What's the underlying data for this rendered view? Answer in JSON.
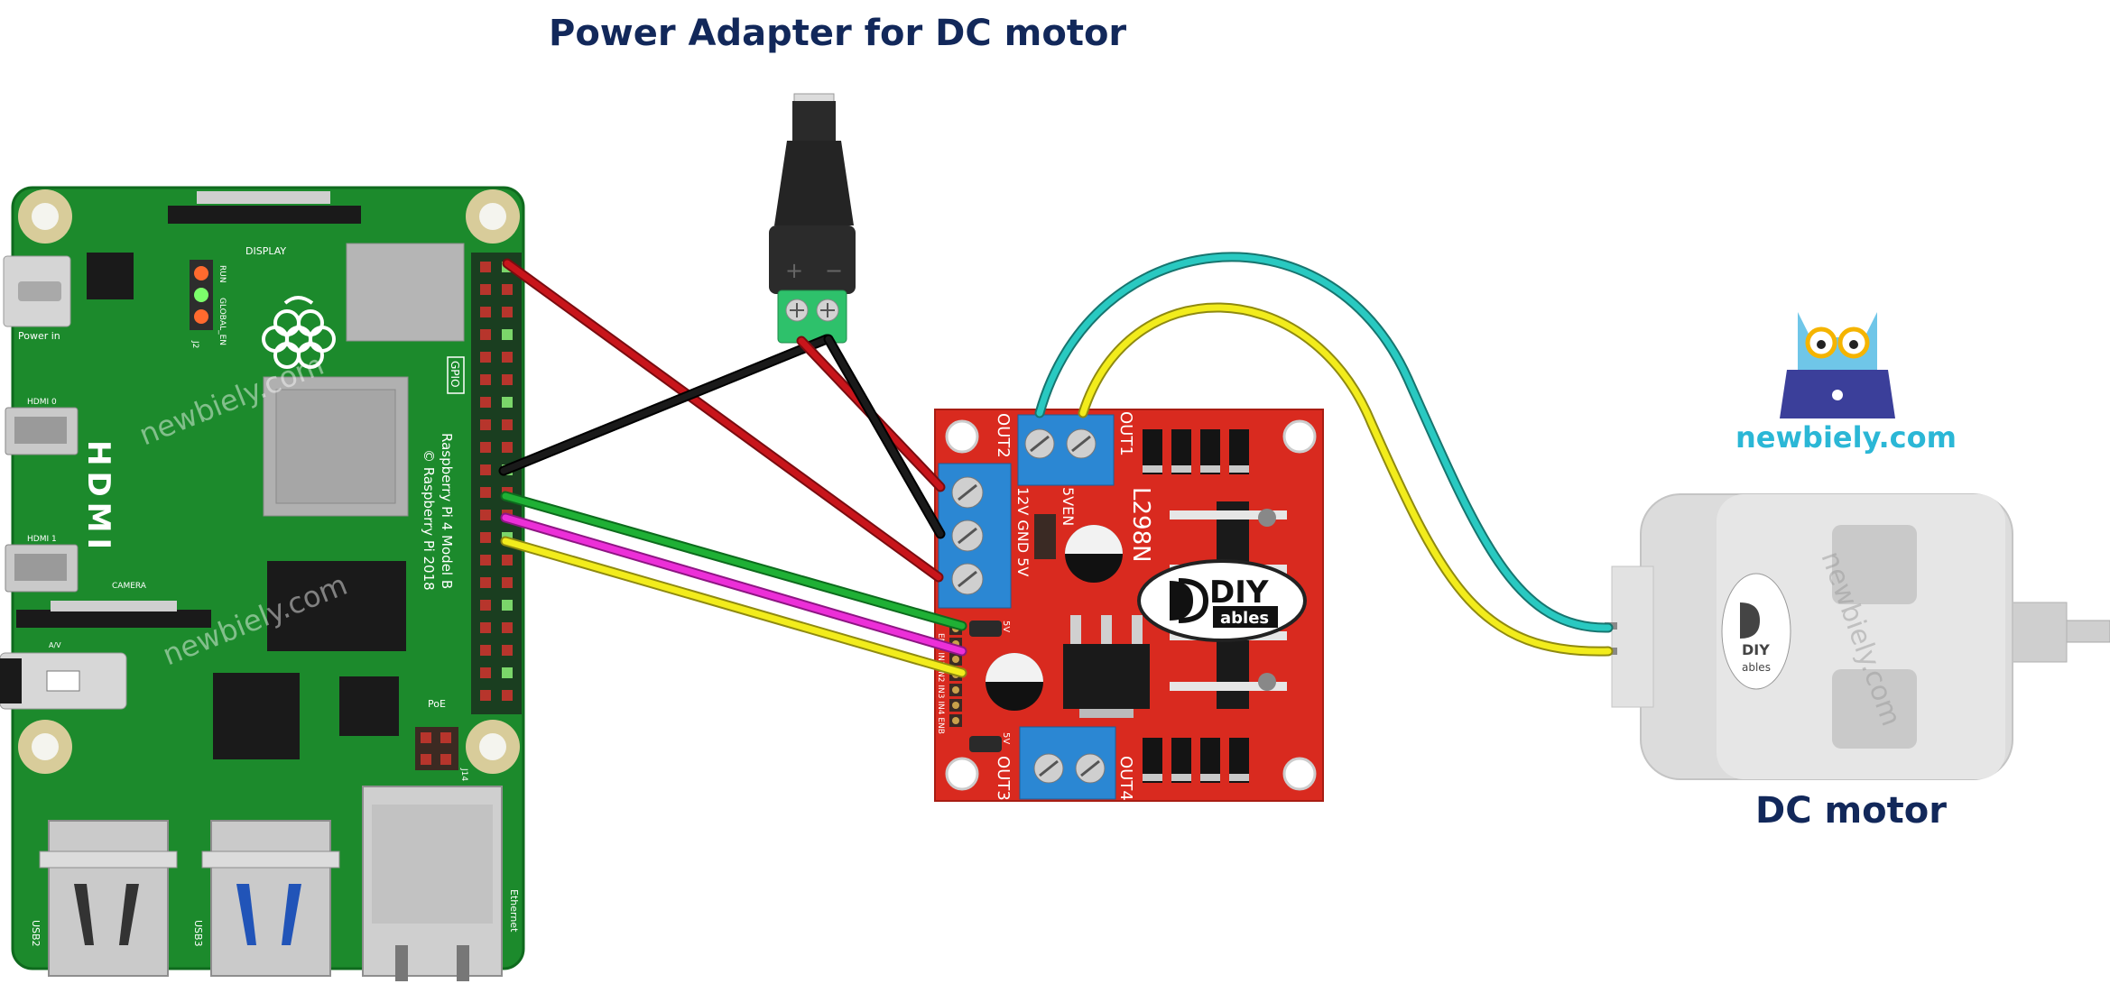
{
  "titles": {
    "adapter": "Power Adapter for DC motor",
    "motor": "DC motor",
    "brand": "newbiely.com"
  },
  "watermark": "newbiely.com",
  "raspberry_pi": {
    "display": "DISPLAY",
    "power_in": "Power in",
    "hdmi0": "HDMI 0",
    "hdmi1": "HDMI 1",
    "hdmi": "HDMI",
    "camera": "CAMERA",
    "av": "A/V",
    "gpio": "GPIO",
    "model": "Raspberry Pi 4 Model B",
    "copyright": "© Raspberry Pi 2018",
    "poe": "PoE",
    "usb2": "USB2",
    "usb3": "USB3",
    "ethernet": "Ethernet",
    "run": "RUN",
    "global_en": "GLOBAL_EN",
    "j2": "J2",
    "j14": "J14"
  },
  "driver": {
    "chip": "L298N",
    "out1": "OUT1",
    "out2": "OUT2",
    "out3": "OUT3",
    "out4": "OUT4",
    "power_terms": "12V GND 5V",
    "fiveven": "5VEN",
    "logo_top": "DIY",
    "logo_bottom": "ables",
    "pin_5v": "5V",
    "pin_labels": "ENA IN1 IN2 IN3 IN4 ENB"
  },
  "adapter": {
    "plus": "+",
    "minus": "−"
  },
  "wire_colors": {
    "red": "#c8151b",
    "black": "#1a1a1a",
    "green": "#1fb035",
    "magenta": "#ec2fd8",
    "yellow": "#f2ec1c",
    "cyan": "#29c9c1"
  },
  "colors": {
    "pi_board": "#1c8a2c",
    "driver_board": "#d92a1f",
    "terminal_blue": "#2b87d3",
    "title_navy": "#12285a",
    "brand_cyan": "#2bb7d6"
  }
}
